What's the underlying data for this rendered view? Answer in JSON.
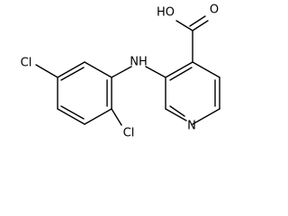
{
  "molecule": {
    "atoms": {
      "chlorine_left": "Cl",
      "chlorine_bottom": "Cl",
      "amine": "NH",
      "pyridine_nitrogen": "N",
      "hydroxyl": "HO",
      "carbonyl_oxygen": "O"
    },
    "colors": {
      "ink": "#000000",
      "background": "#ffffff"
    }
  }
}
